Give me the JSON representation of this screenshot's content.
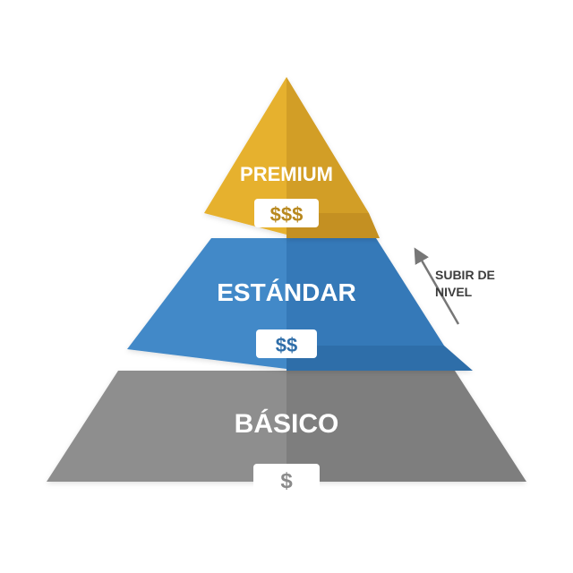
{
  "tiers": {
    "premium": {
      "label": "PREMIUM",
      "price": "$$$"
    },
    "standard": {
      "label": "ESTÁNDAR",
      "price": "$$"
    },
    "basic": {
      "label": "BÁSICO",
      "price": "$"
    }
  },
  "upgrade": {
    "line1": "SUBIR DE",
    "line2": "NIVEL"
  },
  "colors": {
    "premium": "#E3AE2D",
    "premium_dark": "#C99422",
    "standard": "#3E86C6",
    "standard_dark": "#2F6EA9",
    "basic": "#8E8E8E",
    "basic_dark": "#7A7A7A",
    "arrow": "#777777"
  }
}
